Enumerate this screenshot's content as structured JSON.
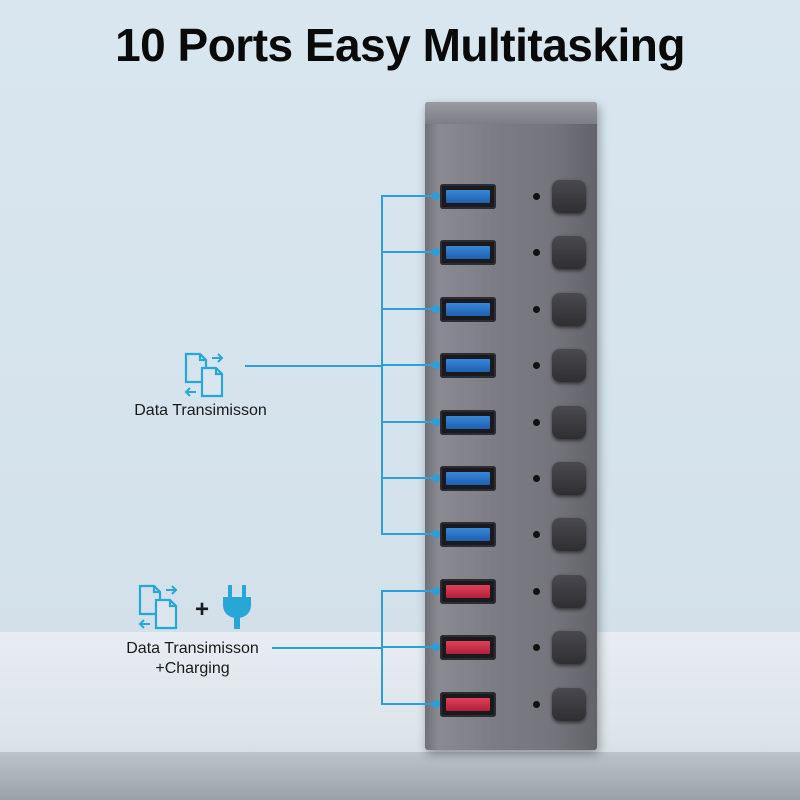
{
  "title": "10 Ports Easy Multitasking",
  "groups": [
    {
      "label": "Data Transimisson",
      "icon": "data-transfer-icon"
    },
    {
      "label": "Data Transimisson\n+Charging",
      "icon": "data-transfer-icon",
      "plus": "+",
      "extra_icon": "power-plug-icon"
    }
  ],
  "ports": [
    {
      "type": "data",
      "color": "#2f7ccc"
    },
    {
      "type": "data",
      "color": "#2f7ccc"
    },
    {
      "type": "data",
      "color": "#2f7ccc"
    },
    {
      "type": "data",
      "color": "#2f7ccc"
    },
    {
      "type": "data",
      "color": "#2f7ccc"
    },
    {
      "type": "data",
      "color": "#2f7ccc"
    },
    {
      "type": "data",
      "color": "#2f7ccc"
    },
    {
      "type": "charging",
      "color": "#d23048"
    },
    {
      "type": "charging",
      "color": "#d23048"
    },
    {
      "type": "charging",
      "color": "#d23048"
    }
  ],
  "accent_color": "#2a9fd8"
}
